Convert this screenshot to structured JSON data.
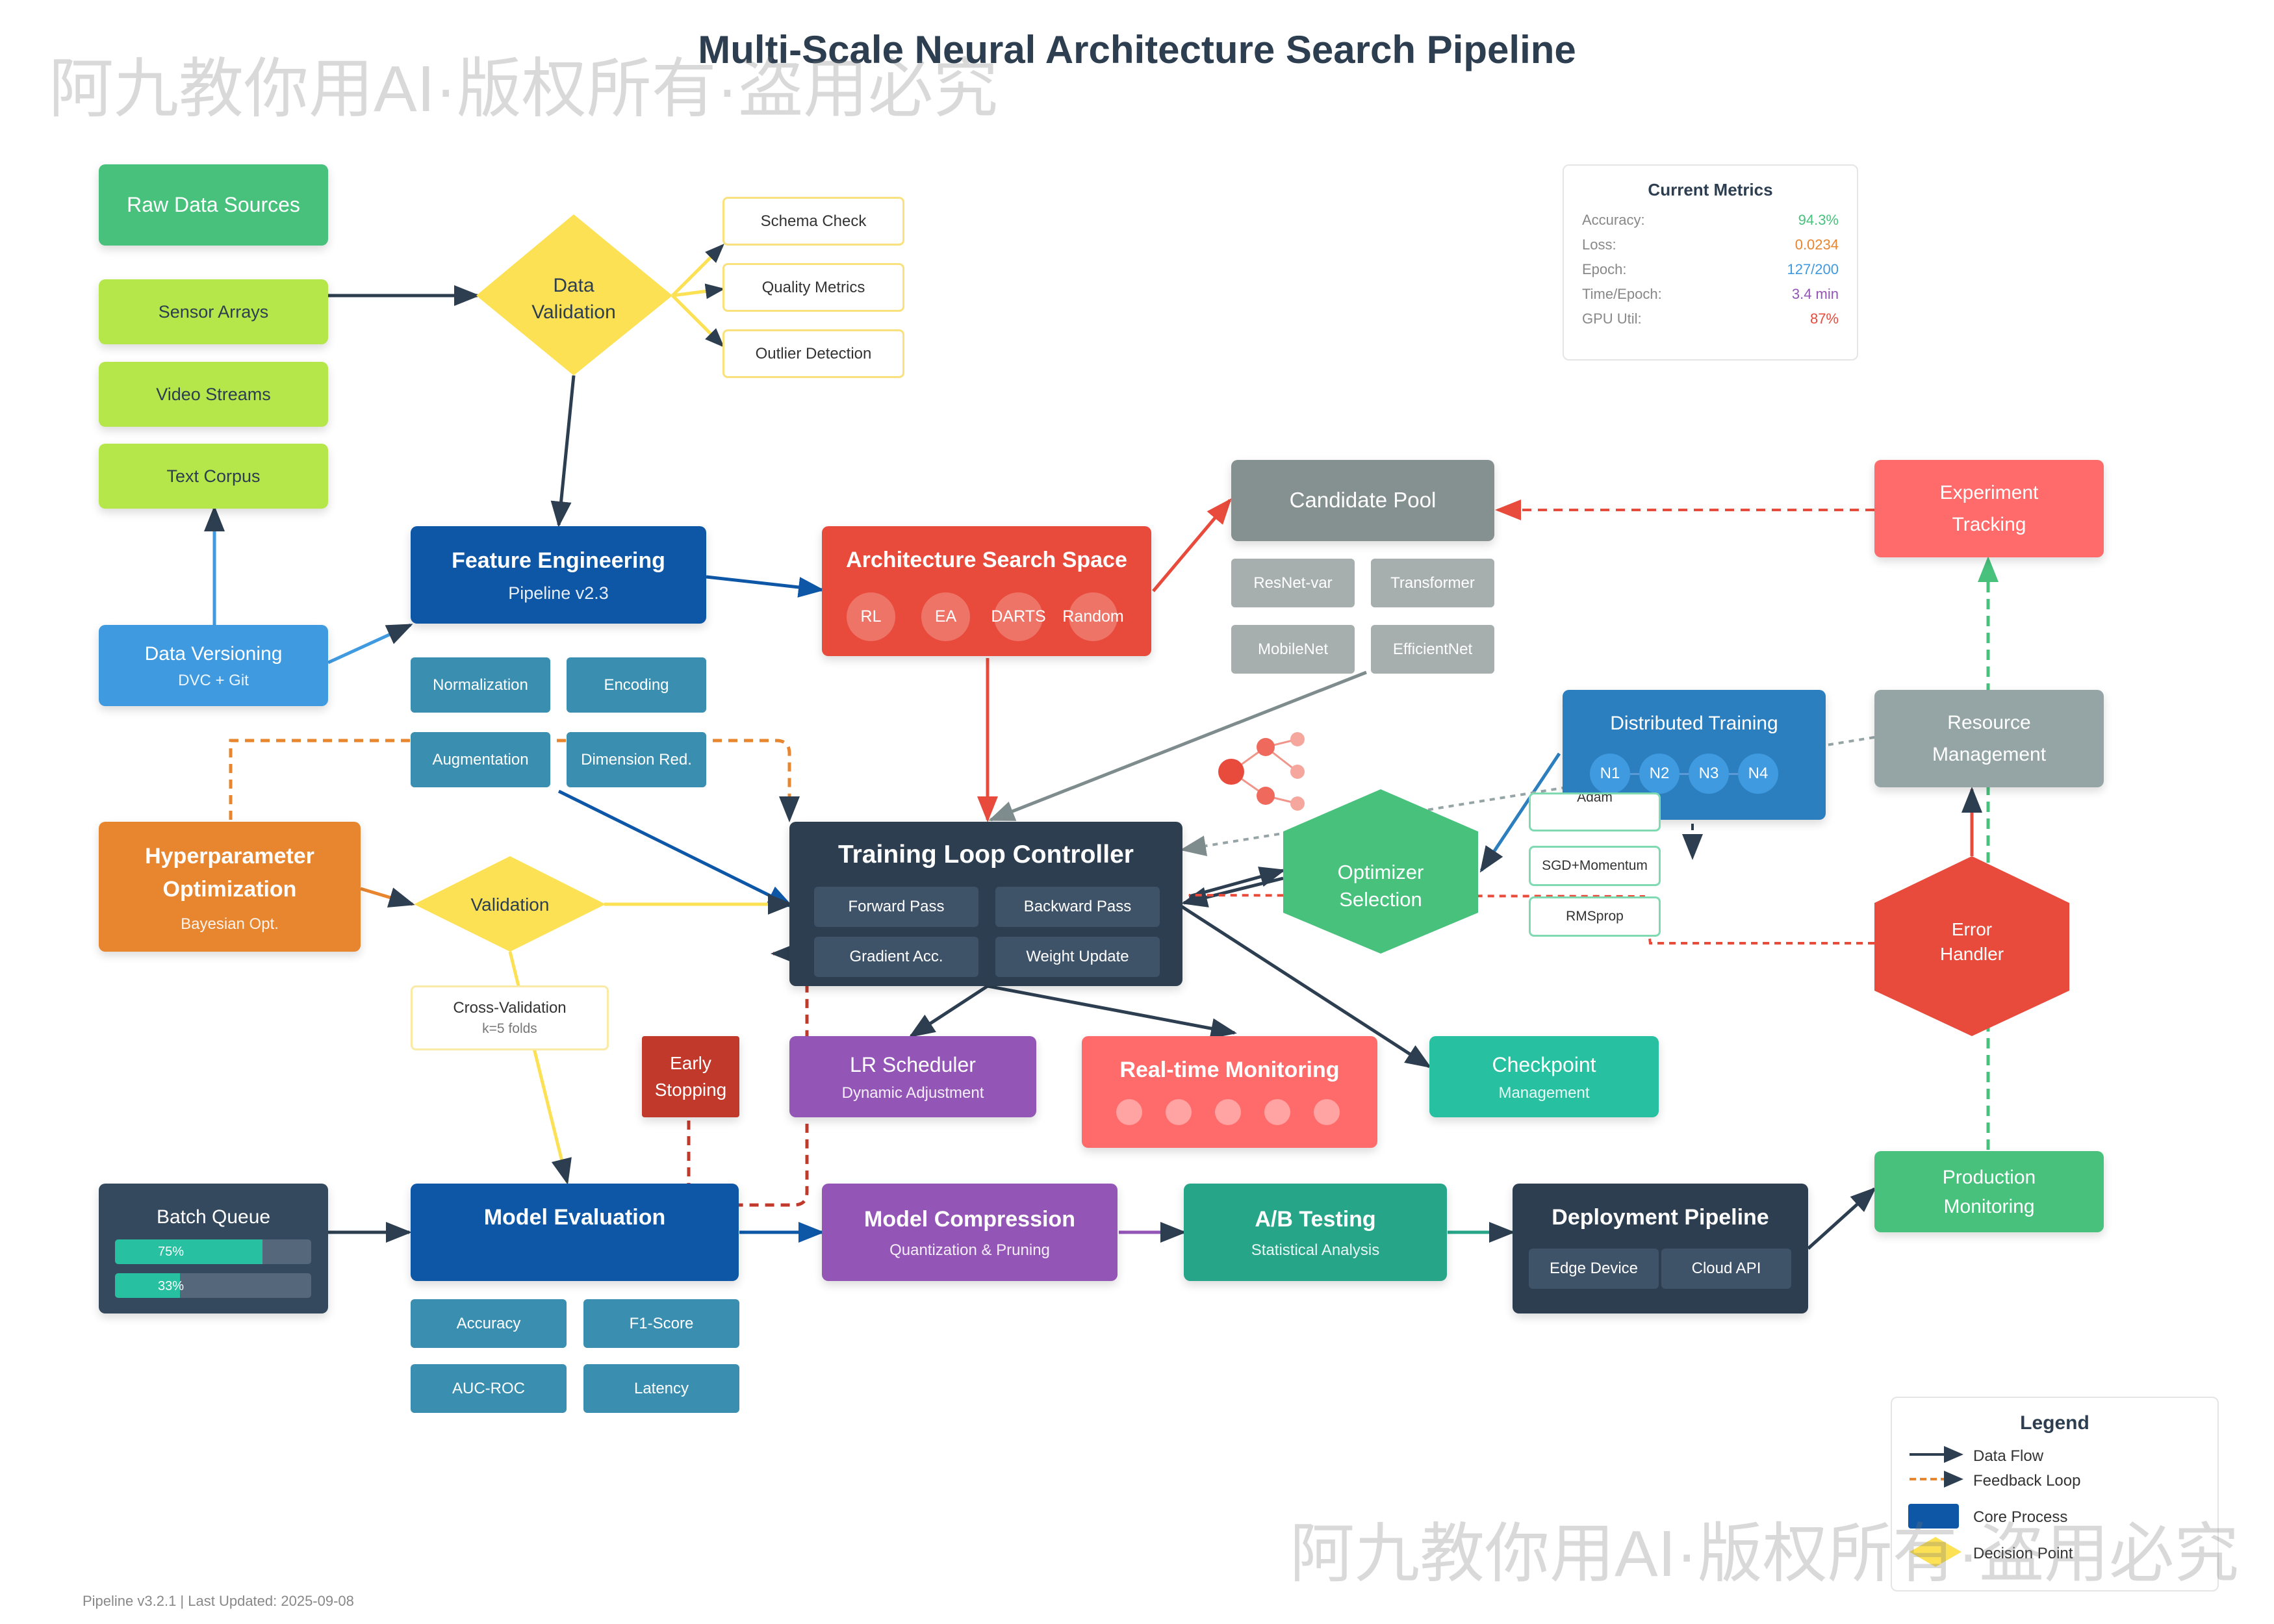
{
  "title": "Multi-Scale Neural Architecture Search Pipeline",
  "watermark": "阿九教你用AI·版权所有·盗用必究",
  "footer": "Pipeline v3.2.1 | Last Updated: 2025-09-08",
  "colors": {
    "green": "#48c17d",
    "lime": "#b5e74a",
    "blue": "#3f9ae0",
    "darkblue": "#0d57a6",
    "teal": "#3a8fb0",
    "red": "#e84b3c",
    "gray": "#859191",
    "navy": "#2c3e50",
    "orange": "#e8852f",
    "yellow": "#fde154",
    "purple": "#9355b6",
    "salmon": "#ff6b6b",
    "cyan": "#27c0a0"
  },
  "data_sources": {
    "header": "Raw Data Sources",
    "items": [
      "Sensor Arrays",
      "Video Streams",
      "Text Corpus"
    ]
  },
  "data_validation": {
    "label": "Data Validation",
    "checks": [
      "Schema Check",
      "Quality Metrics",
      "Outlier Detection"
    ]
  },
  "data_versioning": {
    "title": "Data Versioning",
    "sub": "DVC + Git"
  },
  "feature_engineering": {
    "title": "Feature Engineering",
    "sub": "Pipeline v2.3",
    "chips": [
      "Normalization",
      "Encoding",
      "Augmentation",
      "Dimension Red."
    ]
  },
  "arch_search": {
    "title": "Architecture Search Space",
    "methods": [
      "RL",
      "EA",
      "DARTS",
      "Random"
    ]
  },
  "candidate_pool": {
    "title": "Candidate Pool",
    "models": [
      "ResNet-var",
      "Transformer",
      "MobileNet",
      "EfficientNet"
    ]
  },
  "experiment_tracking": {
    "title": "Experiment Tracking"
  },
  "metrics_panel": {
    "title": "Current Metrics",
    "rows": [
      {
        "label": "Accuracy:",
        "value": "94.3%",
        "color": "#48c17d"
      },
      {
        "label": "Loss:",
        "value": "0.0234",
        "color": "#e8852f"
      },
      {
        "label": "Epoch:",
        "value": "127/200",
        "color": "#3f9ae0"
      },
      {
        "label": "Time/Epoch:",
        "value": "3.4 min",
        "color": "#9355b6"
      },
      {
        "label": "GPU Util:",
        "value": "87%",
        "color": "#e84b3c"
      }
    ]
  },
  "distributed_training": {
    "title": "Distributed Training",
    "nodes": [
      "N1",
      "N2",
      "N3",
      "N4"
    ]
  },
  "resource_management": {
    "title": "Resource Management"
  },
  "hyperparameter": {
    "title": "Hyperparameter Optimization",
    "sub": "Bayesian Opt."
  },
  "validation": {
    "label": "Validation",
    "cv_title": "Cross-Validation",
    "cv_sub": "k=5 folds"
  },
  "training_loop": {
    "title": "Training Loop Controller",
    "steps": [
      "Forward Pass",
      "Backward Pass",
      "Gradient Acc.",
      "Weight Update"
    ]
  },
  "optimizer": {
    "label": "Optimizer Selection",
    "options": [
      "Adam",
      "SGD+Momentum",
      "RMSprop"
    ]
  },
  "error_handler": {
    "label": "Error Handler"
  },
  "early_stopping": {
    "label": "Early Stopping"
  },
  "lr_scheduler": {
    "title": "LR Scheduler",
    "sub": "Dynamic Adjustment"
  },
  "realtime_monitoring": {
    "title": "Real-time Monitoring",
    "lights": 5
  },
  "checkpoint": {
    "title": "Checkpoint",
    "sub": "Management"
  },
  "batch_queue": {
    "title": "Batch Queue",
    "bars": [
      {
        "label": "75%",
        "value": 0.75
      },
      {
        "label": "33%",
        "value": 0.33
      }
    ]
  },
  "model_evaluation": {
    "title": "Model Evaluation",
    "metrics": [
      "Accuracy",
      "F1-Score",
      "AUC-ROC",
      "Latency"
    ]
  },
  "model_compression": {
    "title": "Model Compression",
    "sub": "Quantization & Pruning"
  },
  "ab_testing": {
    "title": "A/B Testing",
    "sub": "Statistical Analysis"
  },
  "deployment": {
    "title": "Deployment Pipeline",
    "targets": [
      "Edge Device",
      "Cloud API"
    ]
  },
  "production_monitoring": {
    "title": "Production Monitoring"
  },
  "legend": {
    "title": "Legend",
    "items": [
      "Data Flow",
      "Feedback Loop",
      "Core Process",
      "Decision Point"
    ]
  }
}
